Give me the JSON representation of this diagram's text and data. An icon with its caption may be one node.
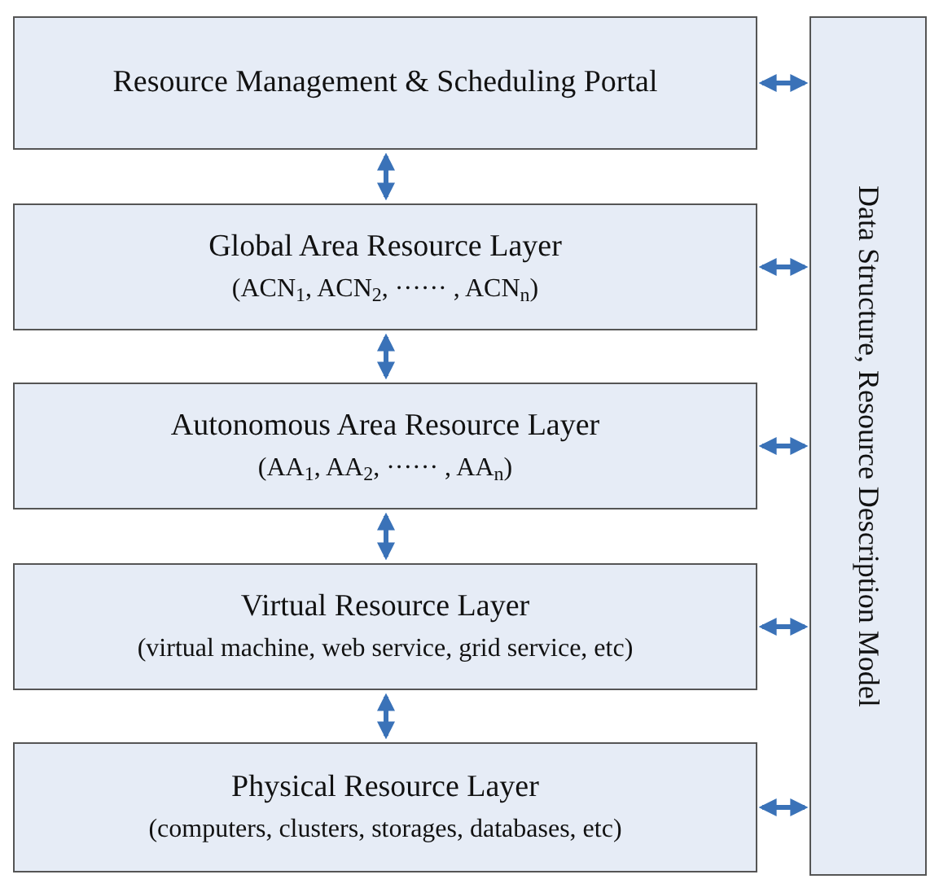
{
  "diagram": {
    "nodes": [
      {
        "text": [
          "Resource Management & Scheduling Portal"
        ]
      },
      {
        "text": [
          "Global Area Resource Layer",
          "(ACN$_{1}$, ACN$_{2}$, ······ , ACN$_{n}$)"
        ]
      },
      {
        "text": [
          "Autonomous Area Resource Layer",
          "(AA$_{1}$, AA$_{2}$, ······ , AA$_{n}$)"
        ]
      },
      {
        "text": [
          "Virtual Resource Layer",
          "(virtual machine, web service, grid service, etc)"
        ]
      },
      {
        "text": [
          "Physical Resource Layer",
          "(computers, clusters, storages, databases, etc)"
        ]
      },
      {
        "text": [
          "Data Structure, Resource Description Model"
        ]
      }
    ],
    "edges": [
      {
        "from": 0,
        "to": 1,
        "arrow": "both"
      },
      {
        "from": 1,
        "to": 2,
        "arrow": "both"
      },
      {
        "from": 2,
        "to": 3,
        "arrow": "both"
      },
      {
        "from": 3,
        "to": 4,
        "arrow": "both"
      },
      {
        "from": 0,
        "to": 5,
        "arrow": "both"
      },
      {
        "from": 1,
        "to": 5,
        "arrow": "both"
      },
      {
        "from": 2,
        "to": 5,
        "arrow": "both"
      },
      {
        "from": 3,
        "to": 5,
        "arrow": "both"
      },
      {
        "from": 4,
        "to": 5,
        "arrow": "both"
      }
    ]
  }
}
